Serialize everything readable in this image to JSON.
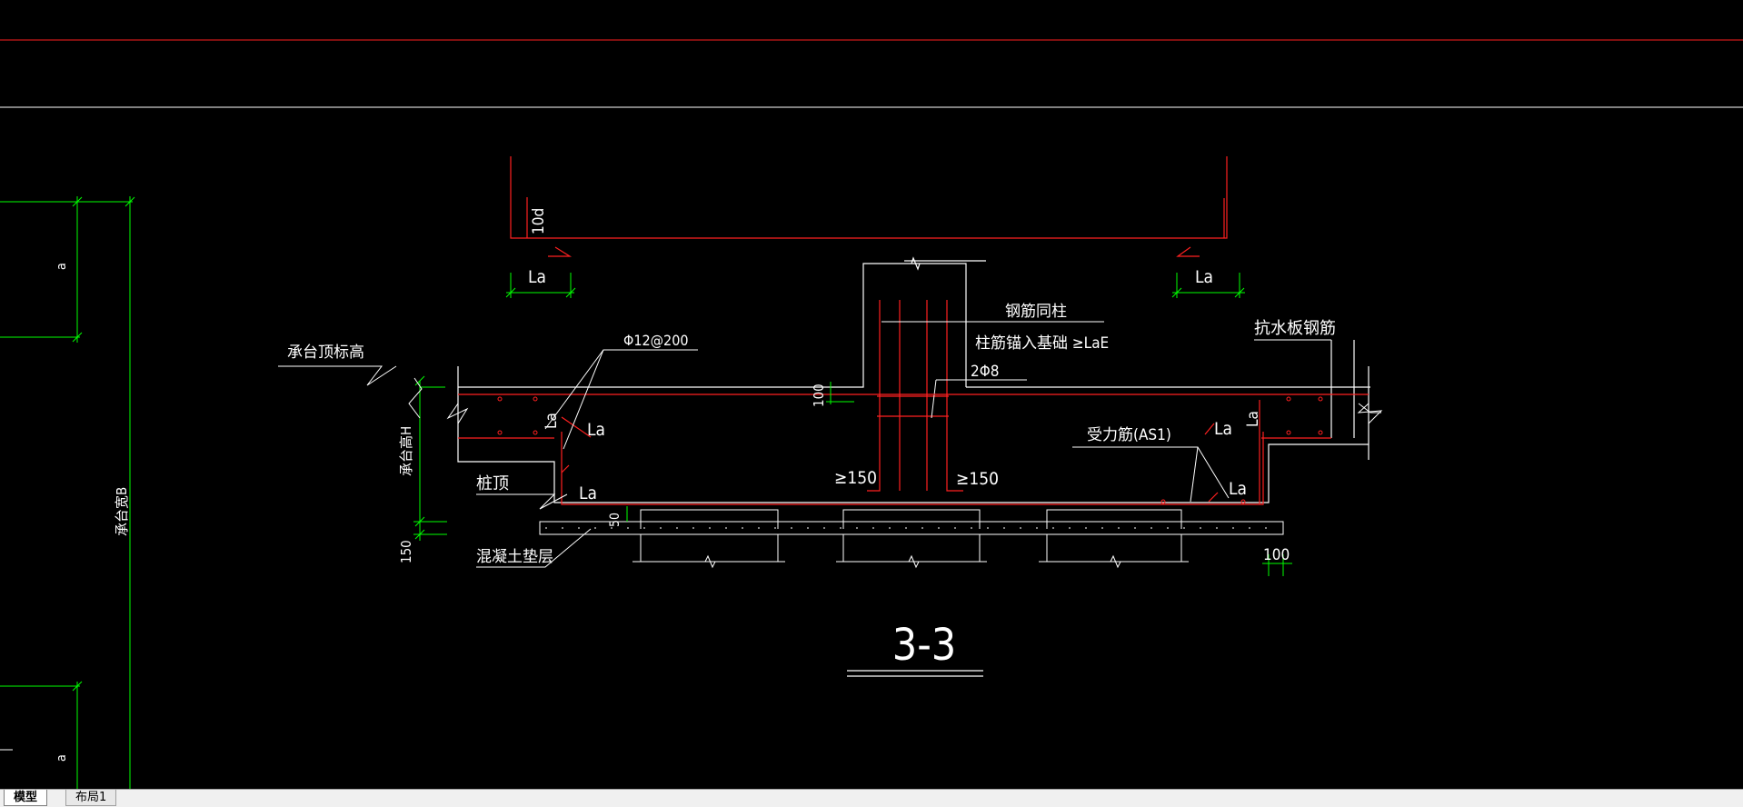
{
  "drawing": {
    "section_title": "3-3",
    "labels": {
      "top_left_la": "La",
      "top_right_la": "La",
      "hook_10d": "10d",
      "steel_col": "钢筋同柱",
      "anchor": "柱筋锚入基础 ≥LaE",
      "two_phi8": "2Φ8",
      "water_slab": "抗水板钢筋",
      "cap_top_elev": "承台顶标高",
      "phi12": "Φ12@200",
      "dim_100_top": "100",
      "la_v_left": "La",
      "la_mid": "La",
      "ge150_left": "≥150",
      "ge150_right": "≥150",
      "la_right_top": "La",
      "la_v_right": "La",
      "stress_bar": "受力筋(AS1)",
      "la_right_bottom": "La",
      "cap_height": "承台高H",
      "pile_top": "桩顶",
      "la_left_bottom": "La",
      "dim_50": "50",
      "dim_150": "150",
      "concrete_cushion": "混凝土垫层",
      "dim_100_bottom": "100",
      "side_a_top": "a",
      "side_cap_width": "承台宽B",
      "side_a_bottom": "a"
    }
  },
  "tabs": {
    "model": "模型",
    "layout1": "布局1"
  },
  "colors": {
    "background": "#000000",
    "red_line": "#ff2020",
    "white_line": "#ffffff",
    "green_dim": "#00ff00",
    "tab_bar": "#f0f0f0"
  }
}
